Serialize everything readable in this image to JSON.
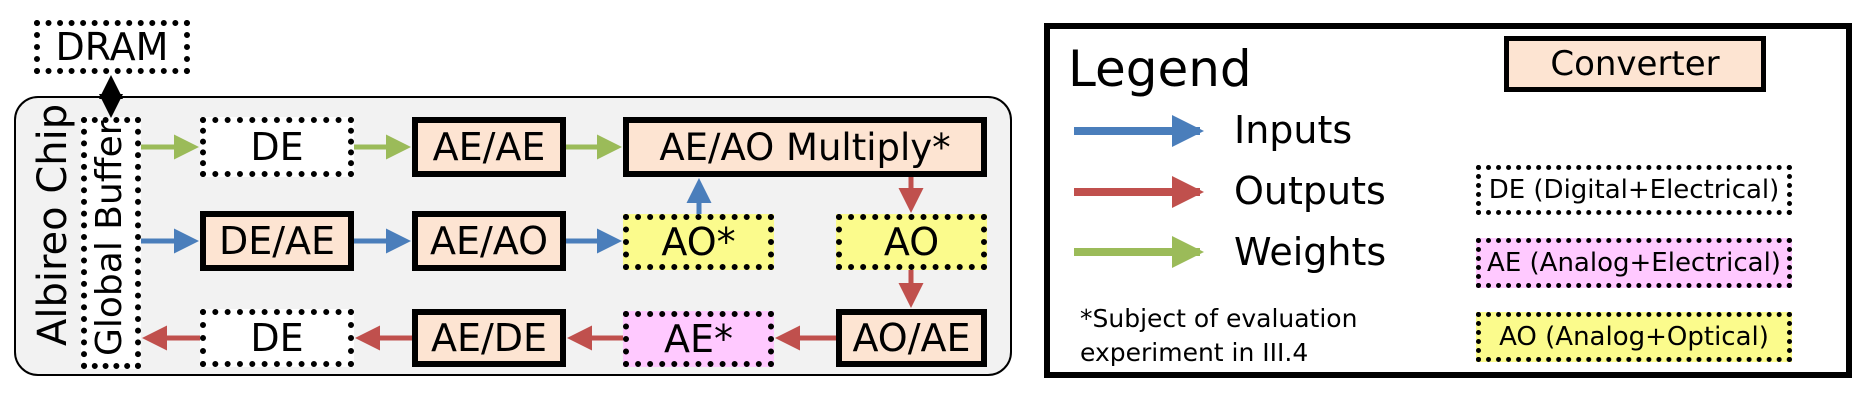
{
  "blocks": {
    "dram": "DRAM",
    "chip_label": "Albireo Chip",
    "global_buffer": "Global Buffer",
    "row1_de": "DE",
    "row1_ae_ae": "AE/AE",
    "row1_multiply": "AE/AO Multiply*",
    "row2_de_ae": "DE/AE",
    "row2_ae_ao": "AE/AO",
    "row2_ao_star": "AO*",
    "row2_ao": "AO",
    "row3_de": "DE",
    "row3_ae_de": "AE/DE",
    "row3_ae_star": "AE*",
    "row3_ao_ae": "AO/AE"
  },
  "legend": {
    "title": "Legend",
    "converter": "Converter",
    "inputs": "Inputs",
    "outputs": "Outputs",
    "weights": "Weights",
    "de_key": "DE (Digital+Electrical)",
    "ae_key": "AE (Analog+Electrical)",
    "ao_key": "AO (Analog+Optical)",
    "footnote_line1": "*Subject of evaluation",
    "footnote_line2": "experiment in III.4"
  },
  "colors": {
    "inputs_arrow": "#4a7ebb",
    "outputs_arrow": "#c0504d",
    "weights_arrow": "#9bbb59",
    "converter_fill": "#fde4d2",
    "ae_fill": "#ffc9ff",
    "ao_fill": "#fbfb8c",
    "chip_fill": "#f2f2f2"
  }
}
